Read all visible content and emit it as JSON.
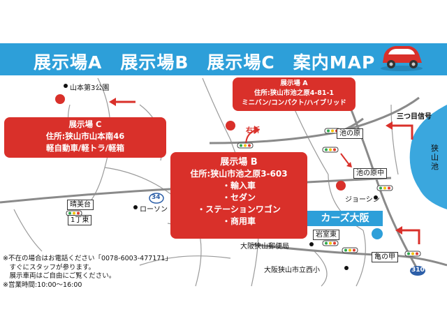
{
  "header": {
    "title": "展示場A　展示場B　展示場C　案内MAP"
  },
  "callouts": {
    "a": {
      "title": "展示場 A",
      "address": "住所:狭山市池之原4-81-1",
      "items": "ミニバン/コンパクト/ハイブリッド"
    },
    "b": {
      "title": "展示場 B",
      "address": "住所:狭山市池之原3-603",
      "items": [
        "・輸入車",
        "・セダン",
        "・ステーションワゴン",
        "・商用車"
      ]
    },
    "c": {
      "title": "展示場 C",
      "address": "住所:狭山市山本南46",
      "items": "軽自動車/軽トラ/軽箱"
    }
  },
  "labels": {
    "yamamoto_park": "山本第3公園",
    "mitsume": "三つ目信号",
    "sayamaike": "狭山池",
    "uturn": "右折",
    "ikenohara": "池の原",
    "ikenohara_naka": "池の原中",
    "joshin": "ジョーシン",
    "brand": "カーズ大阪",
    "iwamuro": "岩室東",
    "post": "大阪狭山郵便局",
    "kamenoko": "亀の甲",
    "school": "大阪狭山市立西小",
    "lawson": "ローソン",
    "seibidai": "晴美台",
    "chome": "1丁東",
    "route34": "34",
    "route310": "310"
  },
  "notes": [
    "※不在の場合はお電話ください「0078-6003-477171」",
    "　すぐにスタッフが参ります。",
    "　展示車両はご自由にご覧ください。",
    "※営業時間:10:00～16:00"
  ],
  "colors": {
    "banner": "#2d9fd9",
    "callout": "#d9302a",
    "water": "#3aa7de",
    "road": "#8a8a8a"
  }
}
